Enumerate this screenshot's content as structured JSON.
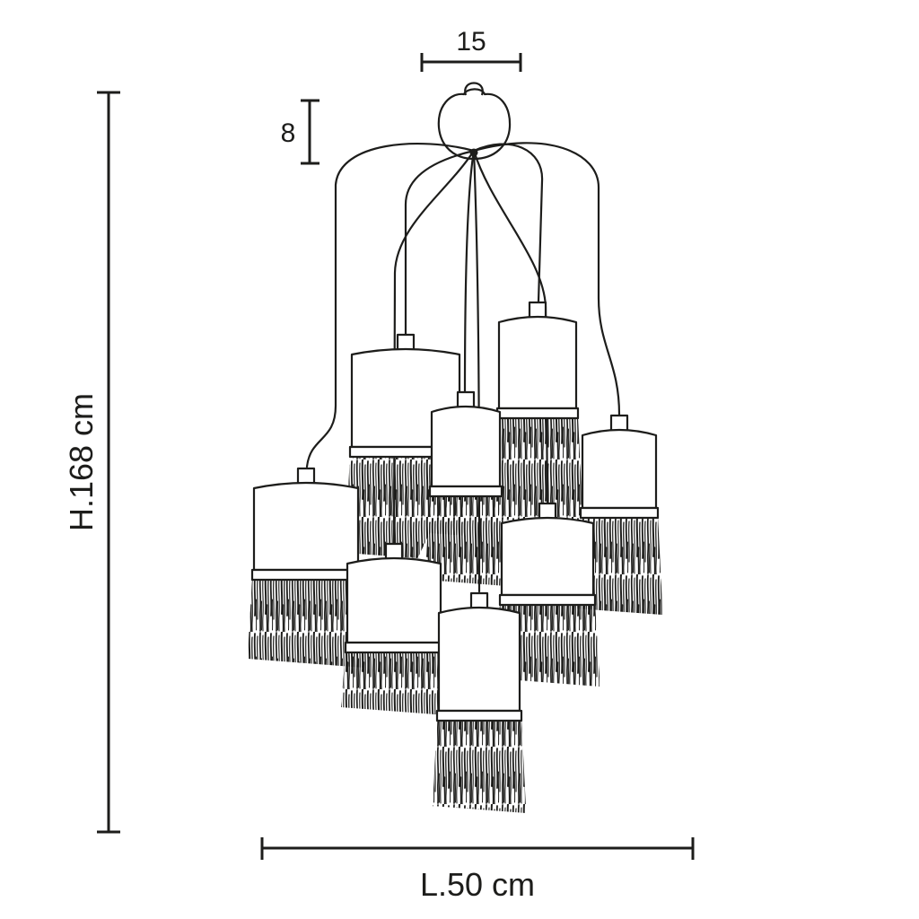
{
  "diagram": {
    "kind": "technical dimension drawing",
    "colors": {
      "line": "#1d1d1b",
      "background": "#ffffff"
    }
  },
  "dimensions": {
    "canopy_width": {
      "label": "15"
    },
    "canopy_drop": {
      "label": "8"
    },
    "overall_height": {
      "label": "H.168 cm"
    },
    "overall_width": {
      "label": "L.50 cm"
    }
  }
}
